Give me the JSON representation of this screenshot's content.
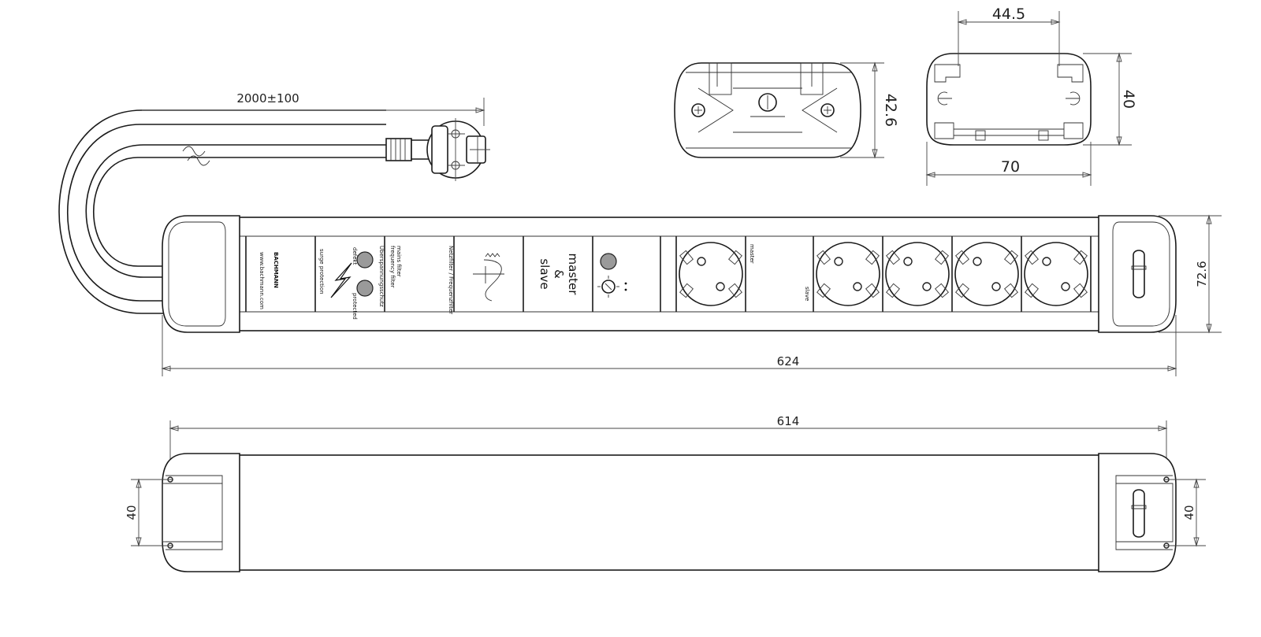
{
  "dimensions": {
    "cable_length": "2000±100",
    "end_cap_width": "42.6",
    "profile_top_width": "44.5",
    "profile_height": "40",
    "profile_width": "70",
    "strip_height": "72.6",
    "strip_length": "624",
    "bottom_length": "614",
    "mount_spacing_left": "40",
    "mount_spacing_right": "40"
  },
  "modules": {
    "brand_name": "BACHMANN",
    "brand_url": "www.bachmann.com",
    "surge_label": "surge protection",
    "surge_de": "Überspannungsschutz",
    "surge_ok": "defekt",
    "surge_fail": "protected",
    "filter_de": "Netzfilter / Frequenzfilter",
    "filter_line1": "mains filter",
    "filter_line2": "frequency filter",
    "ms_line1": "master",
    "ms_line2": "&",
    "ms_line3": "slave",
    "master_label": "master",
    "slave_label": "slave"
  }
}
